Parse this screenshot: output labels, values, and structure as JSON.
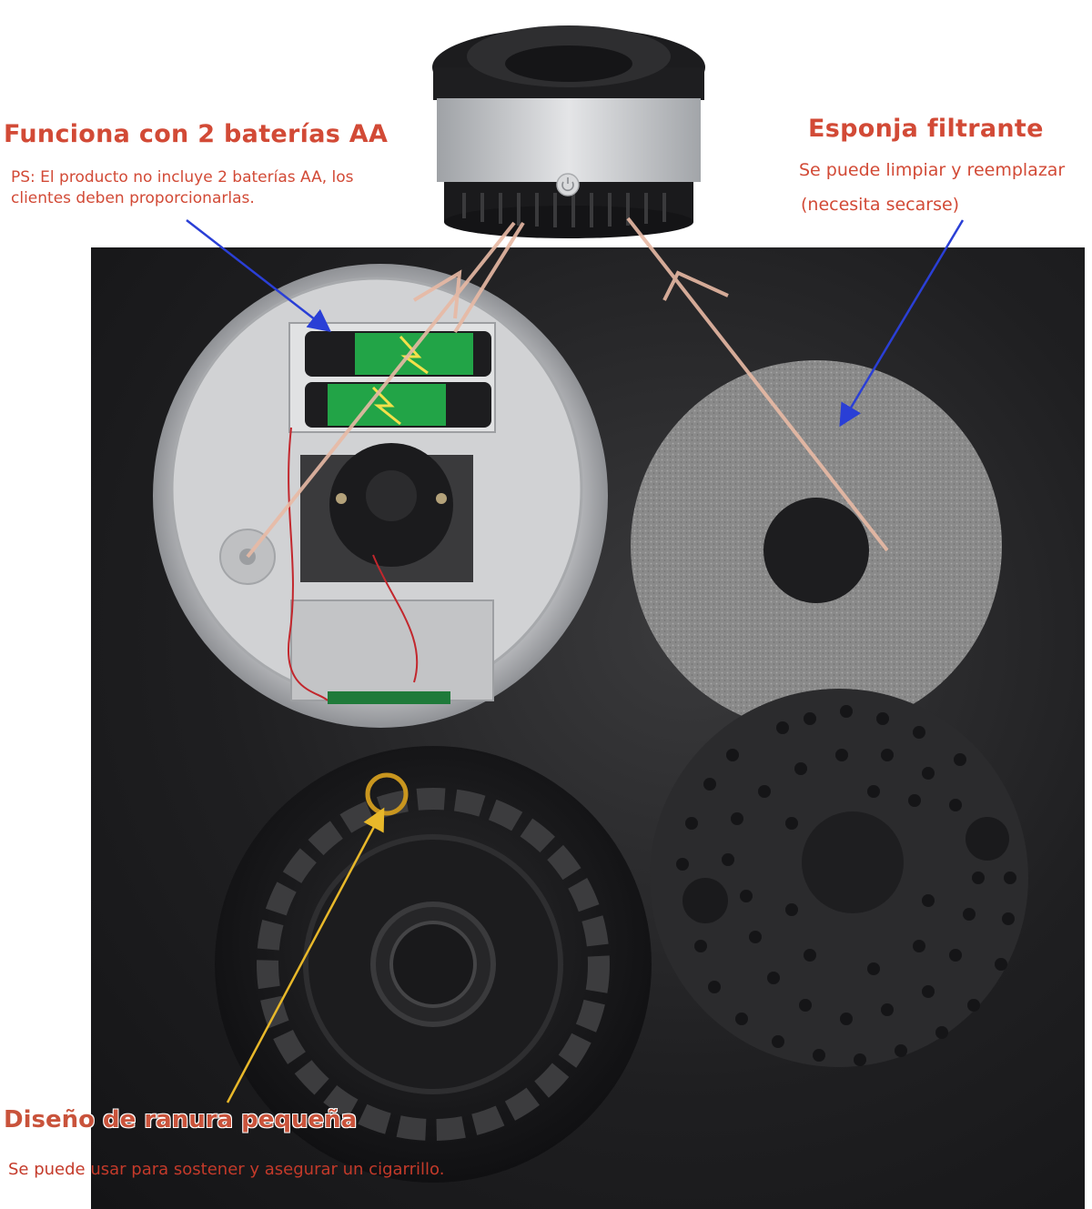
{
  "labels": {
    "batteries_title": "Funciona con 2 baterías AA",
    "batteries_note_line1": "PS: El producto no incluye 2 baterías AA, los",
    "batteries_note_line2": "clientes deben proporcionarlas.",
    "sponge_title": "Esponja filtrante",
    "sponge_note_line1": "Se puede limpiar y reemplazar",
    "sponge_note_line2": "(necesita secarse)",
    "slot_title": "Diseño de ranura pequeña",
    "slot_note": "Se puede usar para sostener y asegurar un cigarrillo."
  },
  "colors": {
    "label_red": "#d24a36",
    "arrow_blue": "#2a3fd6",
    "arrow_yellow": "#e8b82a",
    "arrow_peach": "#e8b9a4",
    "photo_background": "#1f1f21",
    "housing_grey": "#b9bbbe",
    "cover_black": "#222224"
  },
  "icons": {
    "power_button": "power-icon",
    "battery_pack": "aa-battery-icon"
  }
}
